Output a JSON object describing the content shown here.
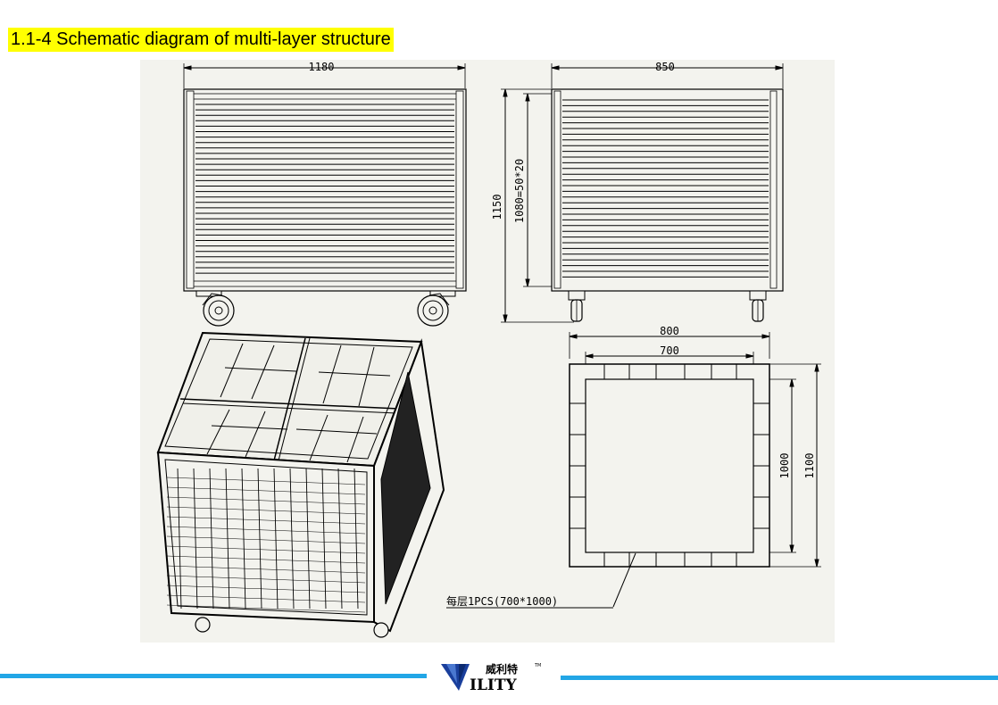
{
  "title": "1.1-4 Schematic diagram of multi-layer structure",
  "dimensions": {
    "front_width": "1180",
    "side_width": "850",
    "overall_height": "1150",
    "layer_pitch": "1080=50*20",
    "top_outer_width": "800",
    "top_inner_width": "700",
    "top_inner_depth": "1000",
    "top_outer_depth": "1100"
  },
  "note": "每层1PCS(700*1000)",
  "logo": {
    "brand_cn": "威利特",
    "brand_en": "ILITY",
    "trademark": "TM"
  },
  "colors": {
    "highlight": "#ffff00",
    "accent": "#22a6e6",
    "logo_blue": "#1a3f9c"
  }
}
